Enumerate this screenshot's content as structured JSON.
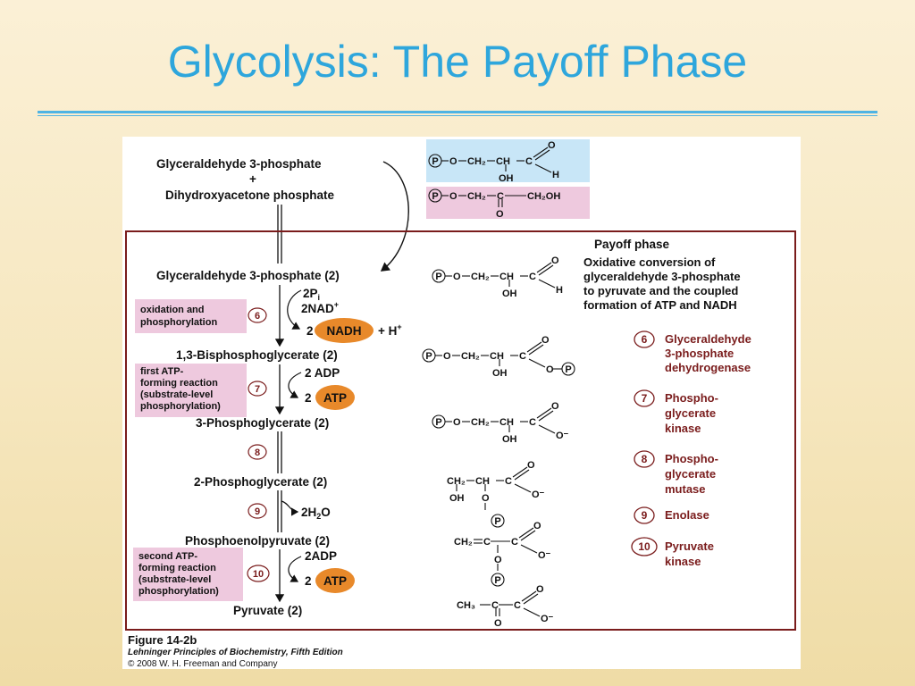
{
  "slide": {
    "title": "Glycolysis: The Payoff Phase"
  },
  "colors": {
    "title": "#2ea6dc",
    "frame": "#7a1c1c",
    "enzyme_text": "#7a1c1c",
    "note_box": "#eec9de",
    "oval": "#e8892a",
    "top_blue_box": "#c8e6f7",
    "top_pink_box": "#eec9de"
  },
  "figure": {
    "top": {
      "line1": "Glyceraldehyde 3-phosphate",
      "plus": "+",
      "line2": "Dihydroxyacetone phosphate"
    },
    "payoff_heading": "Payoff   phase",
    "description": [
      "Oxidative conversion of",
      "glyceraldehyde 3-phosphate",
      "to pyruvate and the coupled",
      "formation of ATP and NADH"
    ],
    "metabolites": {
      "g3p": "Glyceraldehyde 3-phosphate (2)",
      "bpg": "1,3-Bisphosphoglycerate  (2)",
      "pg3": "3-Phosphoglycerate  (2)",
      "pg2": "2-Phosphoglycerate  (2)",
      "pep": "Phosphoenolpyruvate  (2)",
      "pyruvate": "Pyruvate   (2)"
    },
    "inputs": {
      "pi": "2P",
      "pi_sub": "i",
      "nad": "2NAD",
      "nad_sup": "+",
      "two": "2",
      "nadh": "NADH",
      "plus_h": "+  H",
      "h_sup": "+",
      "adp1": "2 ADP",
      "atp1": "ATP",
      "h2o": "2H",
      "h2o_sub": "2",
      "h2o_o": "O",
      "adp2": "2ADP",
      "atp2": "ATP"
    },
    "notes": {
      "n1": [
        "oxidation and",
        "phosphorylation"
      ],
      "n2": [
        "first ATP-",
        "forming reaction",
        "(substrate-level",
        "phosphorylation)"
      ],
      "n3": [
        "second ATP-",
        "forming reaction",
        "(substrate-level",
        "phosphorylation)"
      ]
    },
    "step_numbers": [
      "6",
      "7",
      "8",
      "9",
      "10"
    ],
    "enzymes": [
      {
        "num": "6",
        "lines": [
          "Glyceraldehyde",
          "3-phosphate",
          "dehydrogenase"
        ]
      },
      {
        "num": "7",
        "lines": [
          "Phospho-",
          "glycerate",
          "kinase"
        ]
      },
      {
        "num": "8",
        "lines": [
          "Phospho-",
          "glycerate",
          "mutase"
        ]
      },
      {
        "num": "9",
        "lines": [
          "Enolase"
        ]
      },
      {
        "num": "10",
        "lines": [
          "Pyruvate",
          "kinase"
        ]
      }
    ],
    "chem": {
      "P": "P",
      "O": "O",
      "CH2": "CH₂",
      "CH": "CH",
      "C": "C",
      "OH": "OH",
      "H": "H",
      "Ominus": "O⁻",
      "CH2OH": "CH₂OH",
      "CH3": "CH₃"
    },
    "caption": {
      "figure": "Figure 14-2b",
      "book": "Lehninger Principles of Biochemistry, Fifth Edition",
      "copyright": "© 2008 W. H. Freeman and Company"
    }
  }
}
